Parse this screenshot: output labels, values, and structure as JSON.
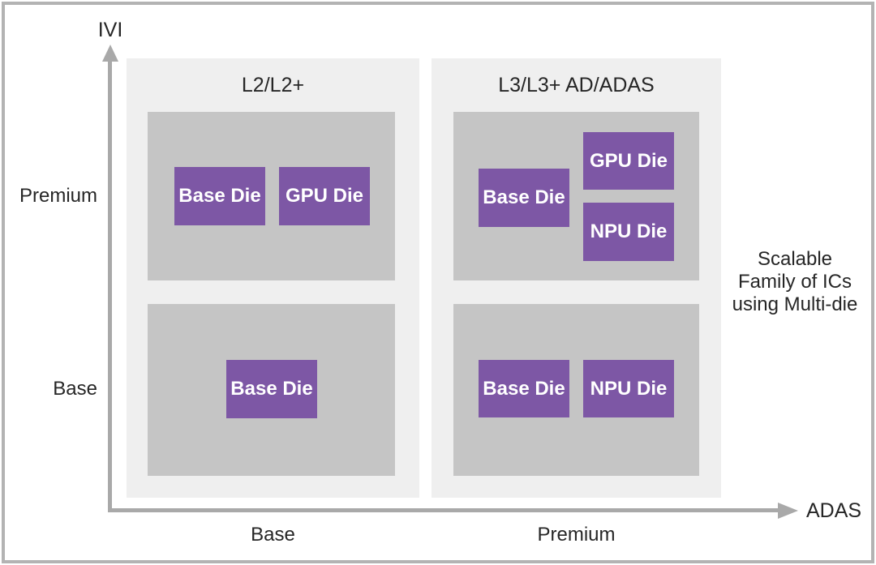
{
  "diagram": {
    "axes": {
      "y_label": "IVI",
      "x_label": "ADAS",
      "y_tick_top": "Premium",
      "y_tick_bottom": "Base",
      "x_tick_left": "Base",
      "x_tick_right": "Premium"
    },
    "panels": [
      {
        "title": "L2/L2+",
        "premium_row_dies": [
          "Base Die",
          "GPU Die"
        ],
        "base_row_dies": [
          "Base Die"
        ]
      },
      {
        "title": "L3/L3+ AD/ADAS",
        "premium_row_dies": [
          "Base Die",
          "GPU Die",
          "NPU Die"
        ],
        "base_row_dies": [
          "Base Die",
          "NPU Die"
        ]
      }
    ],
    "annotation_lines": [
      "Scalable",
      "Family of ICs",
      "using Multi-die"
    ],
    "colors": {
      "die_fill": "#7d57a5",
      "die_text": "#ffffff",
      "panel_fill": "#efefef",
      "chip_fill": "#c5c5c5",
      "axis": "#a9a9a9",
      "frame_border": "#b3b3b3",
      "text": "#262626"
    }
  }
}
